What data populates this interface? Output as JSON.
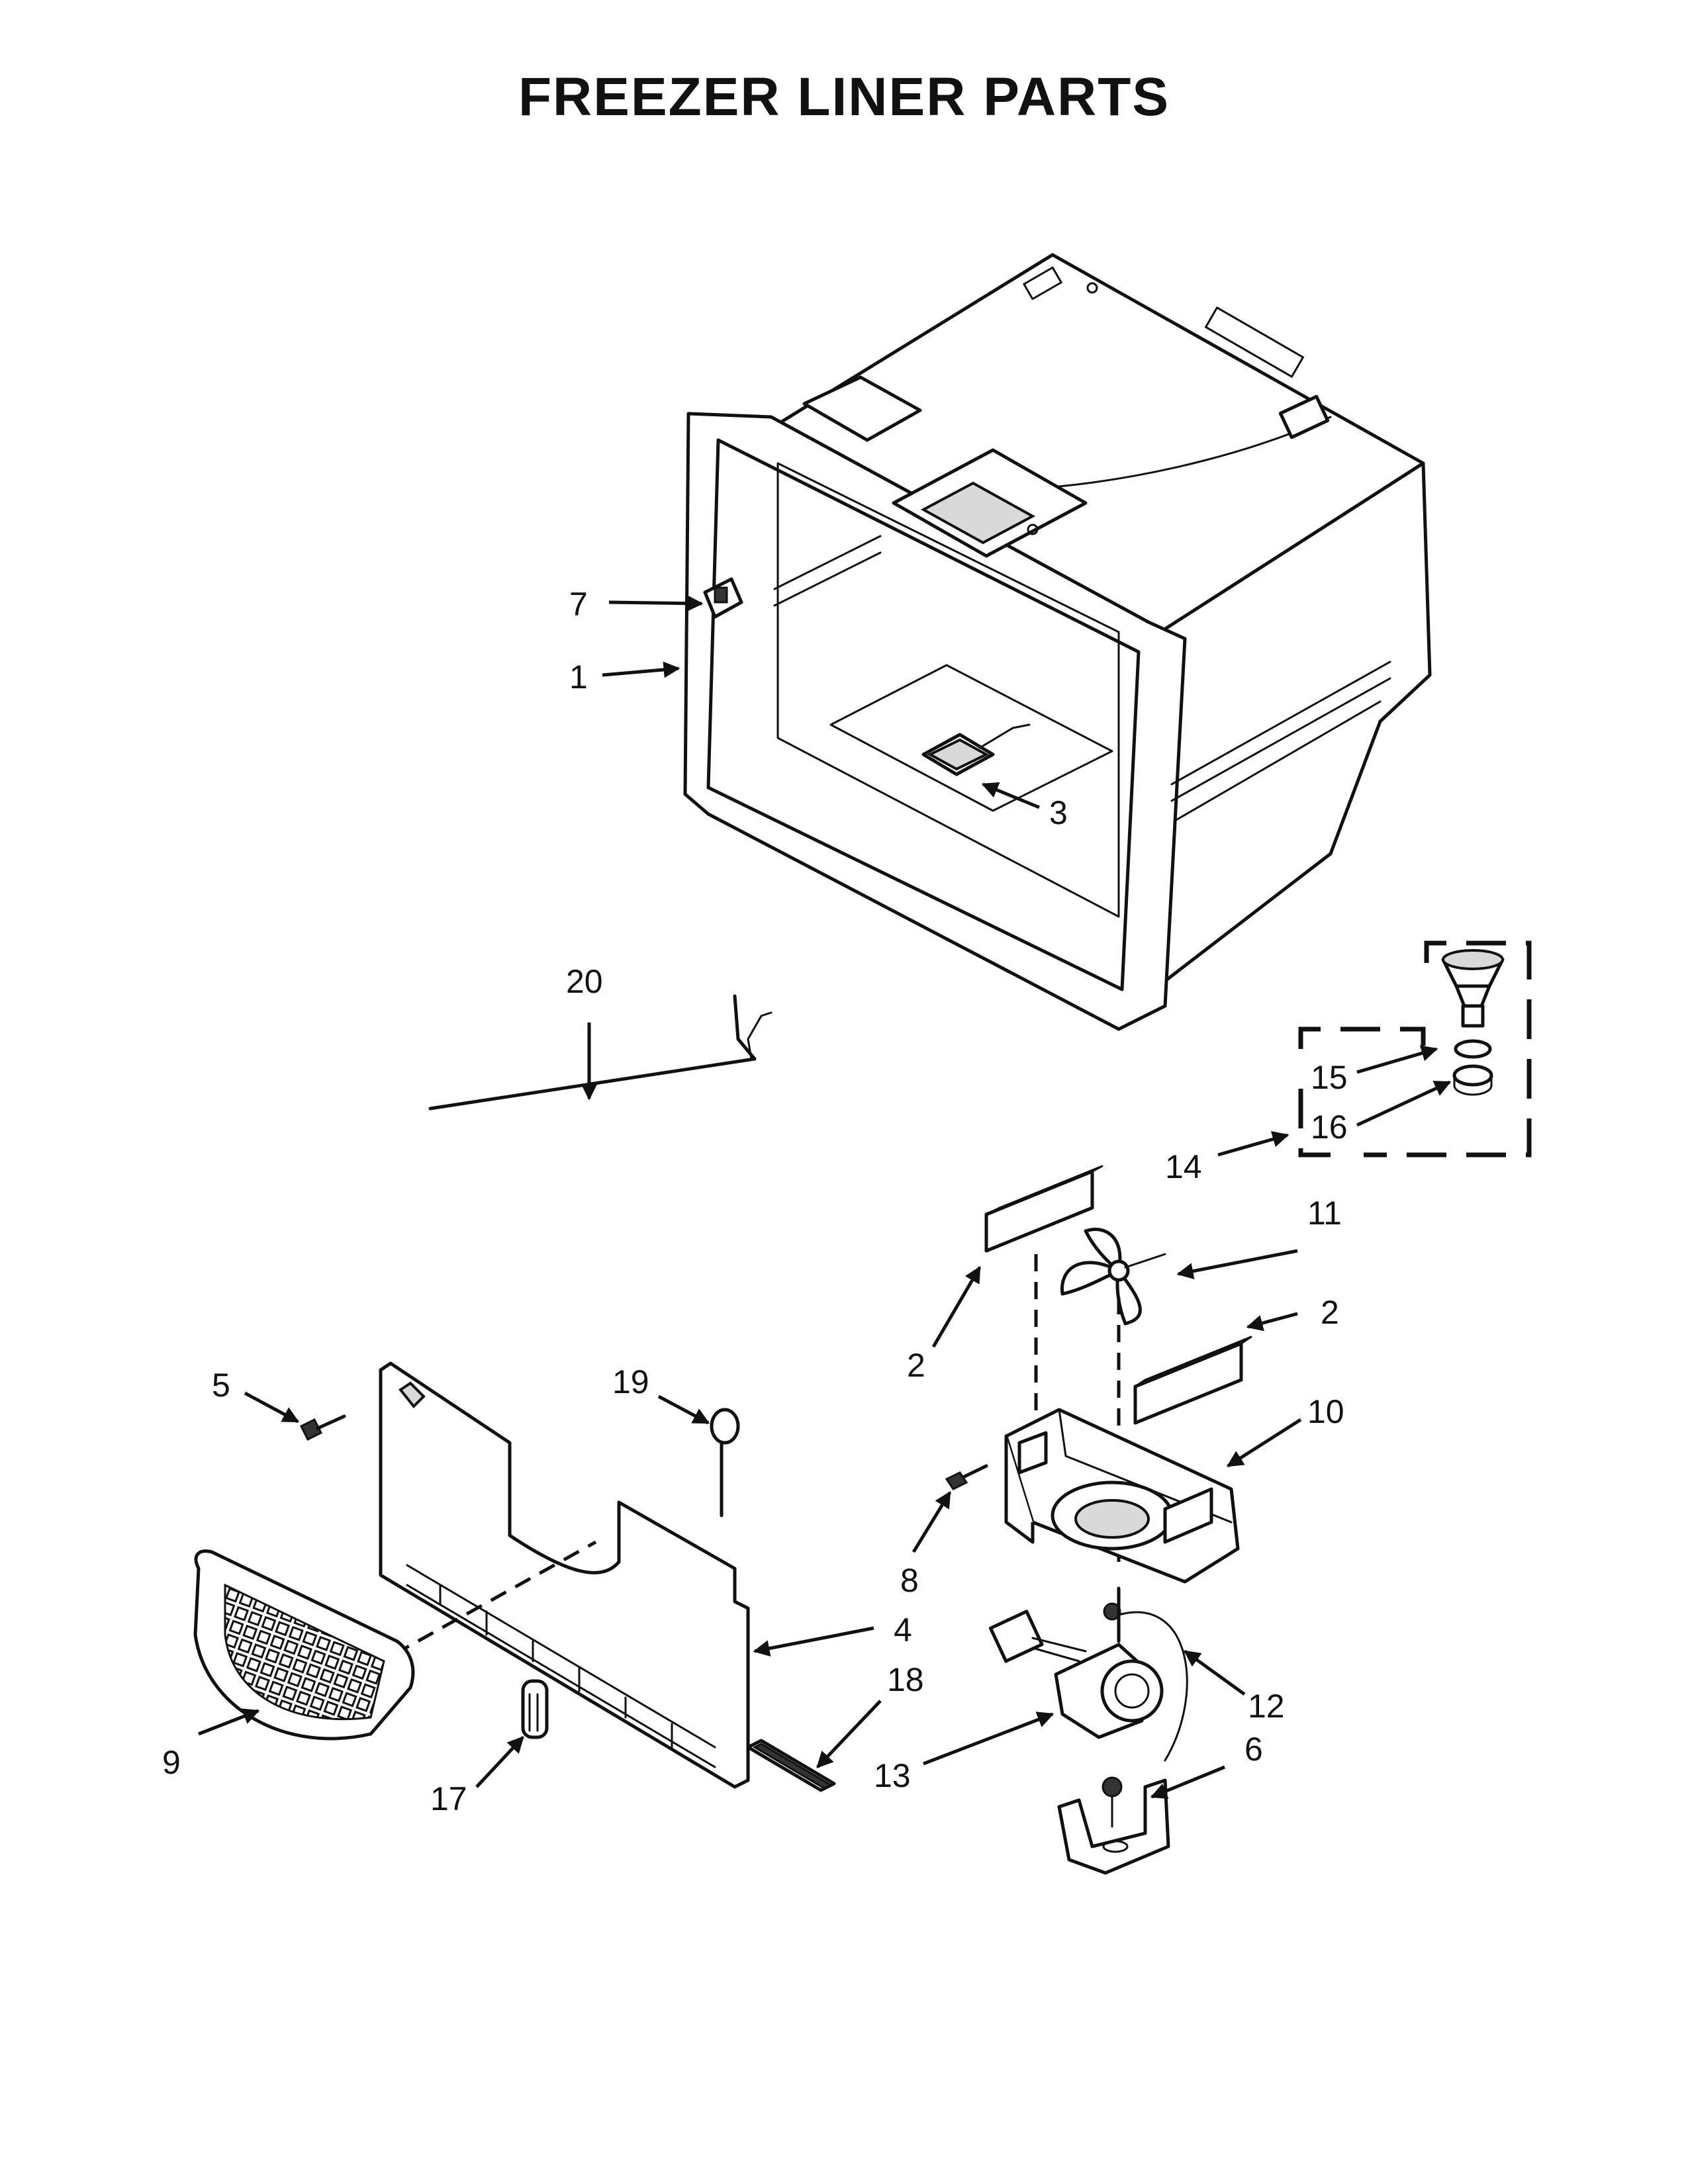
{
  "title": "FREEZER LINER PARTS",
  "callouts": {
    "c1": "1",
    "c2a": "2",
    "c2b": "2",
    "c3": "3",
    "c4": "4",
    "c5": "5",
    "c6": "6",
    "c7": "7",
    "c8": "8",
    "c9": "9",
    "c10": "10",
    "c11": "11",
    "c12": "12",
    "c13": "13",
    "c14": "14",
    "c15": "15",
    "c16": "16",
    "c17": "17",
    "c18": "18",
    "c19": "19",
    "c20": "20"
  }
}
